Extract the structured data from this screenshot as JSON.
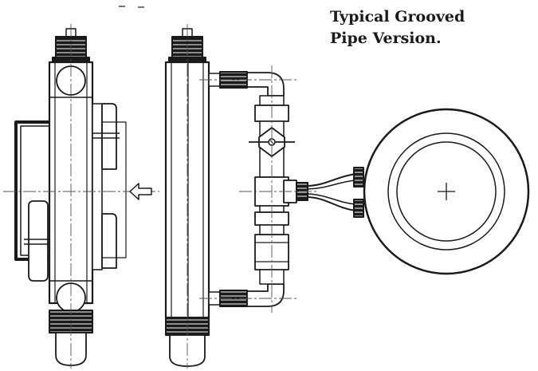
{
  "caption": {
    "line1": "Typical Grooved",
    "line2": "Pipe Version."
  },
  "colors": {
    "ink": "#1a1a1a",
    "fill": "#ffffff",
    "centerline": "#555555"
  },
  "icons": {
    "arrow": "hollow-left-arrow",
    "center": "crosshair"
  }
}
